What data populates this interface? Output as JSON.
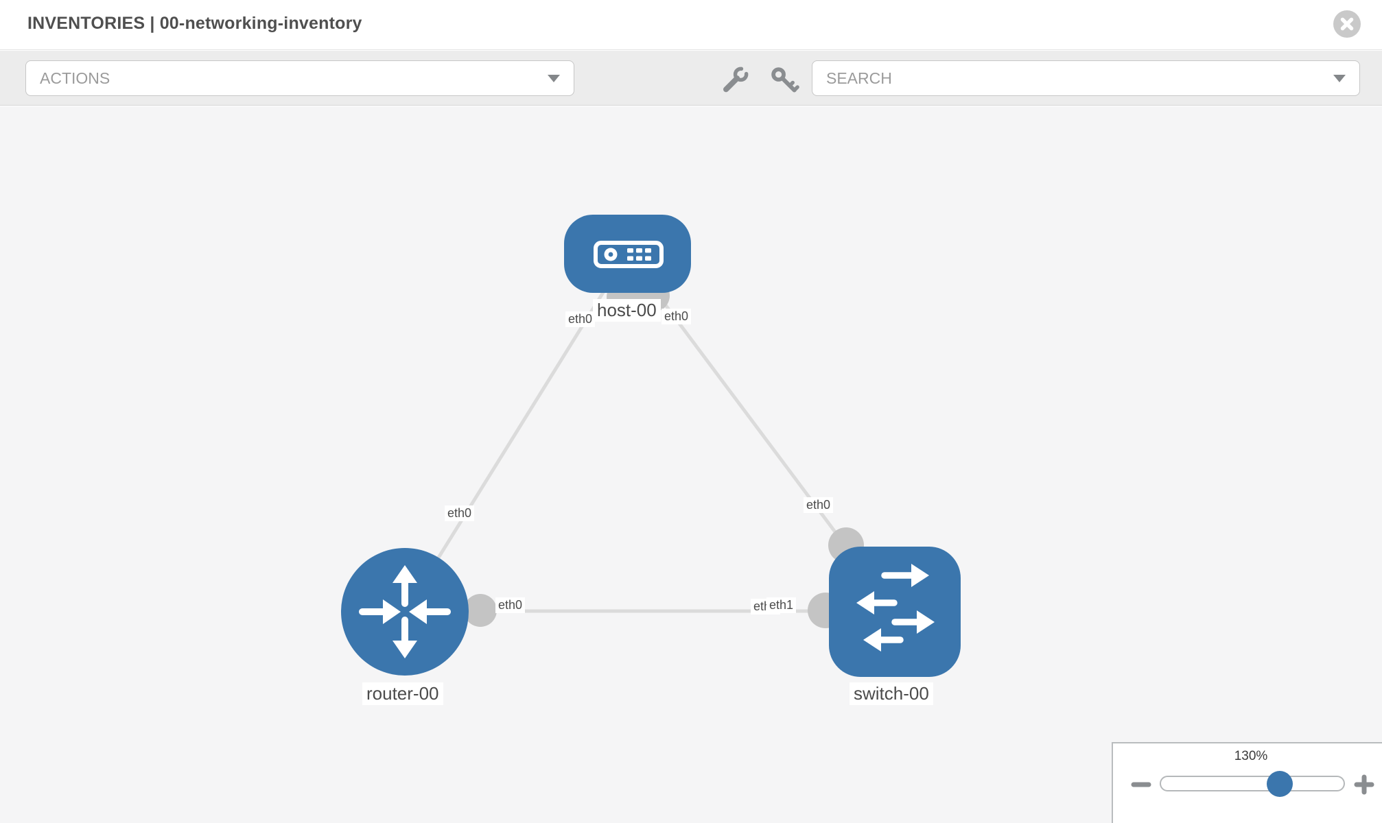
{
  "header": {
    "title": "INVENTORIES | 00-networking-inventory"
  },
  "toolbar": {
    "actions_label": "ACTIONS",
    "search_placeholder": "SEARCH",
    "icons": [
      "wrench-icon",
      "key-icon"
    ]
  },
  "topology": {
    "nodes": [
      {
        "name": "host-00",
        "type": "host"
      },
      {
        "name": "router-00",
        "type": "router"
      },
      {
        "name": "switch-00",
        "type": "switch"
      }
    ],
    "links": [
      {
        "from": "host-00",
        "from_if": "eth0",
        "to": "router-00",
        "to_if": "eth0"
      },
      {
        "from": "host-00",
        "from_if": "eth0",
        "to": "switch-00",
        "to_if": "eth0"
      },
      {
        "from": "router-00",
        "from_if": "eth0",
        "to": "switch-00",
        "to_if": "eth1"
      }
    ],
    "interface_labels": [
      {
        "text": "eth0",
        "at": "host-to-router-end"
      },
      {
        "text": "eth0",
        "at": "host-to-switch-end"
      },
      {
        "text": "eth0",
        "at": "link-host-router-mid"
      },
      {
        "text": "eth0",
        "at": "link-host-switch-mid"
      },
      {
        "text": "eth0",
        "at": "router-to-switch-end"
      },
      {
        "text": "eth0",
        "at": "switch-left-under"
      },
      {
        "text": "eth1",
        "at": "switch-to-router-end"
      }
    ]
  },
  "zoom": {
    "level": "130%"
  },
  "colors": {
    "node_blue": "#3b76ad",
    "icon_gray": "#8a8d90",
    "link_gray": "#dbdbdb",
    "endpoint_gray": "#c4c4c4"
  }
}
